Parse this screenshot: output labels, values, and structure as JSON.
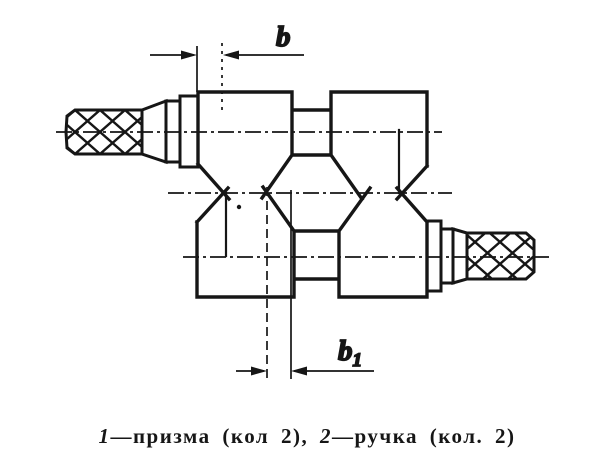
{
  "colors": {
    "ink": "#161616",
    "paper": "#ffffff"
  },
  "drawing": {
    "dimension_top": {
      "label": "b"
    },
    "dimension_bottom": {
      "label": "b",
      "subscript": "1"
    },
    "caption": {
      "item1_ref": "1",
      "item1_rest": "—призма (кол 2), ",
      "item2_ref": "2",
      "item2_rest": "—ручка (кол. 2)"
    }
  }
}
